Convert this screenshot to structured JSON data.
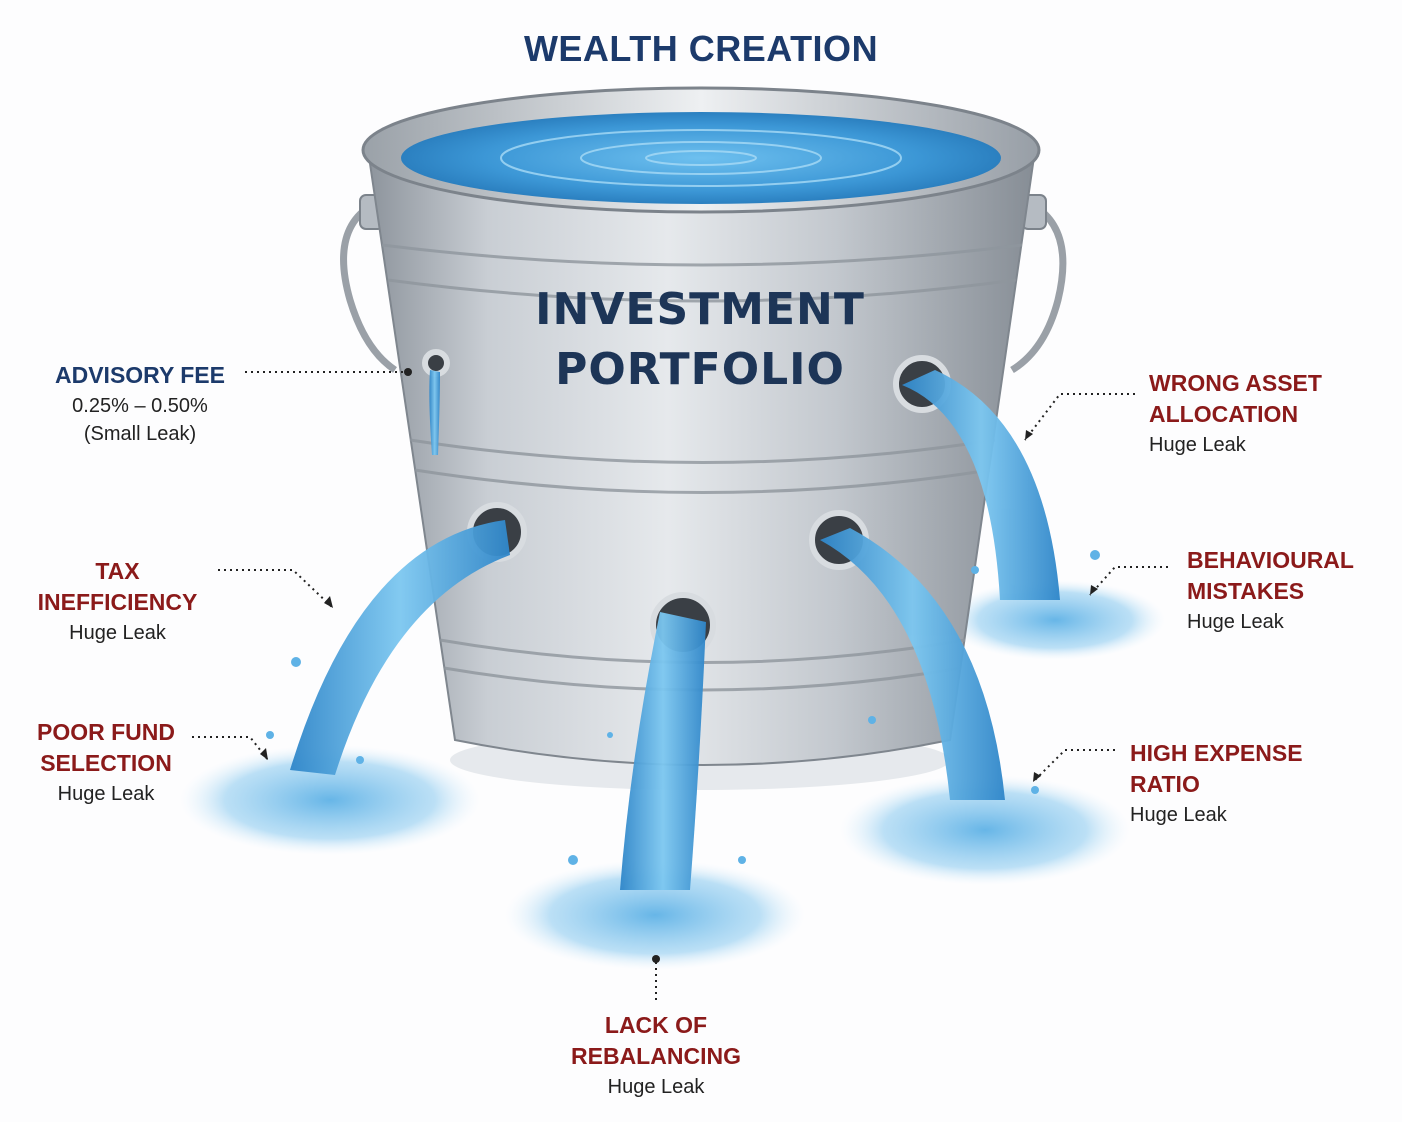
{
  "title": "WEALTH CREATION",
  "bucket": {
    "line1": "INVESTMENT",
    "line2": "PORTFOLIO"
  },
  "colors": {
    "title": "#1c3a6b",
    "leak_label": "#8b1a1a",
    "water": "#3d9ad8",
    "bucket": "#b9bfc6"
  },
  "callouts": {
    "advisory": {
      "name": "ADVISORY FEE",
      "range": "0.25% – 0.50%",
      "note": "(Small Leak)"
    },
    "tax": {
      "line1": "TAX",
      "line2": "INEFFICIENCY",
      "note": "Huge Leak"
    },
    "fund": {
      "line1": "POOR FUND",
      "line2": "SELECTION",
      "note": "Huge Leak"
    },
    "rebal": {
      "line1": "LACK OF",
      "line2": "REBALANCING",
      "note": "Huge Leak"
    },
    "asset": {
      "line1": "WRONG ASSET",
      "line2": "ALLOCATION",
      "note": "Huge Leak"
    },
    "behav": {
      "line1": "BEHAVIOURAL",
      "line2": "MISTAKES",
      "note": "Huge Leak"
    },
    "expense": {
      "line1": "HIGH EXPENSE",
      "line2": "RATIO",
      "note": "Huge Leak"
    }
  }
}
